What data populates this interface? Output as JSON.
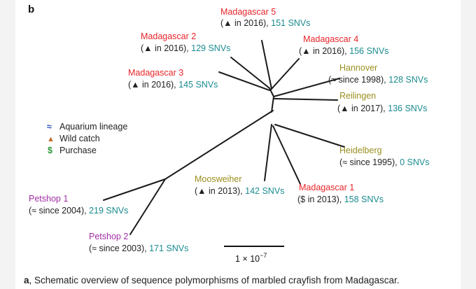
{
  "panel_label": "b",
  "colors": {
    "red": "#e8242a",
    "olive": "#9a8f1e",
    "purple": "#a12ea6",
    "teal": "#1a8b8f",
    "triangle": "#c46a2a",
    "dollar": "#2e9b3a",
    "wave": "#2a4fb5",
    "branch": "#1a1a1a"
  },
  "legend": [
    {
      "icon": "≈",
      "icon_name": "wave-icon",
      "label": "Aquarium lineage"
    },
    {
      "icon": "▲",
      "icon_name": "triangle-icon",
      "label": "Wild catch"
    },
    {
      "icon": "$",
      "icon_name": "dollar-icon",
      "label": "Purchase"
    }
  ],
  "samples": {
    "mad5": {
      "name": "Madagascar 5",
      "origin": "(▲ in 2016), ",
      "snvs": "151 SNVs"
    },
    "mad2": {
      "name": "Madagascar 2",
      "origin": "(▲ in 2016), ",
      "snvs": "129 SNVs"
    },
    "mad4": {
      "name": "Madagascar 4",
      "origin": "(▲ in 2016), ",
      "snvs": "156 SNVs"
    },
    "mad3": {
      "name": "Madagascar 3",
      "origin": "(▲ in 2016), ",
      "snvs": "145 SNVs"
    },
    "hannover": {
      "name": "Hannover",
      "origin": "(≈ since 1998), ",
      "snvs": "128 SNVs"
    },
    "reilingen": {
      "name": "Reilingen",
      "origin": "(▲ in 2017), ",
      "snvs": "136 SNVs"
    },
    "heidelberg": {
      "name": "Heidelberg",
      "origin": "(≈ since 1995), ",
      "snvs": "0 SNVs"
    },
    "moosweiher": {
      "name": "Moosweiher",
      "origin": "(▲ in 2013), ",
      "snvs": "142 SNVs"
    },
    "mad1": {
      "name": "Madagascar 1",
      "origin": "($ in 2013), ",
      "snvs": "158 SNVs"
    },
    "petshop1": {
      "name": "Petshop 1",
      "origin": "(≈ since 2004), ",
      "snvs": "219 SNVs"
    },
    "petshop2": {
      "name": "Petshop 2",
      "origin": "(≈ since 2003), ",
      "snvs": "171 SNVs"
    }
  },
  "scale_bar": {
    "label": "1 × 10",
    "exponent": "−7"
  },
  "caption": {
    "label": "a",
    "text": ", Schematic overview of sequence polymorphisms of marbled crayfish from Madagascar."
  }
}
